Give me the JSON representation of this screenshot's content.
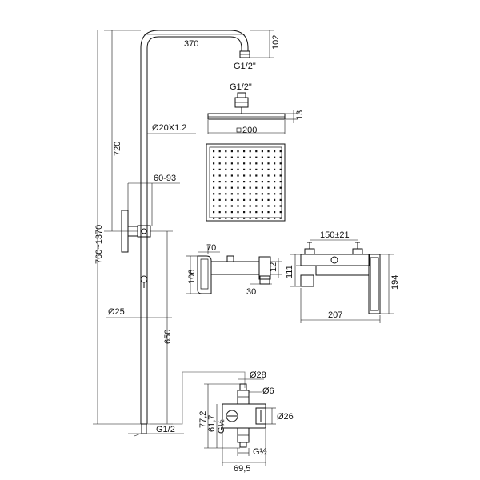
{
  "labels": {
    "top_width": "370",
    "top_drop": "102",
    "arm_thread": "G1/2\"",
    "head_thread": "G1/2\"",
    "head_thickness": "13",
    "head_size": "200",
    "pipe_spec": "Ø20X1.2",
    "upper_height": "720",
    "slider_range": "60-93",
    "total_height": "760~1370",
    "lower_diameter": "Ø25",
    "lower_height": "650",
    "bottom_thread": "G1/2",
    "mixer_top_width": "70",
    "mixer_side_height": "106",
    "mixer_spout": "12",
    "mixer_bottom": "30",
    "valve_spacing": "150±21",
    "valve_height_a": "111",
    "valve_height_b": "194",
    "valve_width": "207",
    "elbow_28": "Ø28",
    "elbow_6": "Ø6",
    "elbow_77": "77,2",
    "elbow_61": "61,7",
    "elbow_g12_side": "G½",
    "elbow_26": "Ø26",
    "elbow_g12_bottom": "G½",
    "elbow_69": "69,5"
  }
}
